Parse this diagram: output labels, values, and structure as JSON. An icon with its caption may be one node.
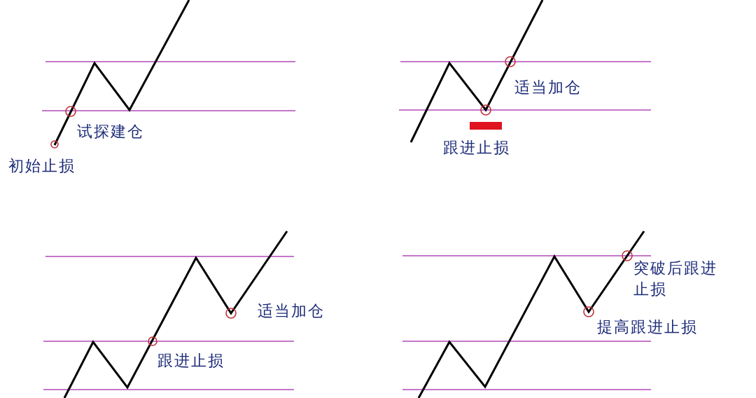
{
  "diagram": {
    "labels": [
      "试探建仓",
      "初始止损",
      "适当加仓",
      "跟进止损",
      "适当加仓",
      "跟进止损",
      "突破后跟进止损",
      "提高跟进止损"
    ]
  }
}
